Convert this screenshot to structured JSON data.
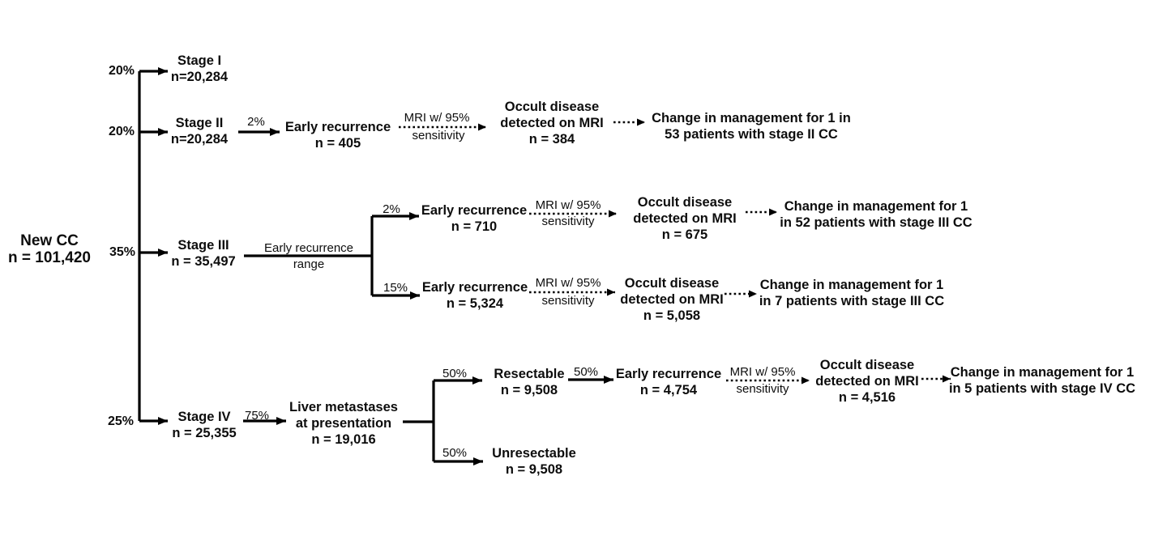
{
  "root": {
    "line1": "New CC",
    "line2": "n = 101,420"
  },
  "mri_label": {
    "line1": "MRI w/ 95%",
    "line2": "sensitivity"
  },
  "stages": {
    "s1": {
      "pct": "20%",
      "label": "Stage I",
      "n": "n=20,284"
    },
    "s2": {
      "pct": "20%",
      "label": "Stage II",
      "n": "n=20,284"
    },
    "s3": {
      "pct": "35%",
      "label": "Stage III",
      "n": "n = 35,497"
    },
    "s4": {
      "pct": "25%",
      "label": "Stage IV",
      "n": "n = 25,355"
    }
  },
  "stage2_path": {
    "pct": "2%",
    "early_recurrence": {
      "label": "Early recurrence",
      "n": "n = 405"
    },
    "occult": {
      "line1": "Occult disease",
      "line2": "detected on MRI",
      "n": "n = 384"
    },
    "outcome": {
      "line1": "Change in management for 1 in",
      "line2": "53 patients with stage II CC"
    }
  },
  "stage3_path": {
    "range_label": {
      "line1": "Early recurrence",
      "line2": "range"
    },
    "upper": {
      "pct": "2%",
      "early_recurrence": {
        "label": "Early recurrence",
        "n": "n = 710"
      },
      "occult": {
        "line1": "Occult disease",
        "line2": "detected on MRI",
        "n": "n = 675"
      },
      "outcome": {
        "line1": "Change in management for 1",
        "line2": "in 52 patients with stage III CC"
      }
    },
    "lower": {
      "pct": "15%",
      "early_recurrence": {
        "label": "Early recurrence",
        "n": "n = 5,324"
      },
      "occult": {
        "line1": "Occult disease",
        "line2": "detected on MRI",
        "n": "n = 5,058"
      },
      "outcome": {
        "line1": "Change in management for 1",
        "line2": "in 7 patients with stage III CC"
      }
    }
  },
  "stage4_path": {
    "pct": "75%",
    "liver": {
      "line1": "Liver metastases",
      "line2": "at presentation",
      "n": "n = 19,016"
    },
    "resectable": {
      "pct": "50%",
      "label": "Resectable",
      "n": "n = 9,508"
    },
    "unresectable": {
      "pct": "50%",
      "label": "Unresectable",
      "n": "n = 9,508"
    },
    "early_recurrence": {
      "pct": "50%",
      "label": "Early recurrence",
      "n": "n = 4,754"
    },
    "occult": {
      "line1": "Occult disease",
      "line2": "detected on MRI",
      "n": "n = 4,516"
    },
    "outcome": {
      "line1": "Change in management for 1",
      "line2": "in 5 patients with stage IV CC"
    }
  },
  "colors": {
    "line": "#000000",
    "text": "#0d0d0d",
    "background": "#ffffff"
  }
}
